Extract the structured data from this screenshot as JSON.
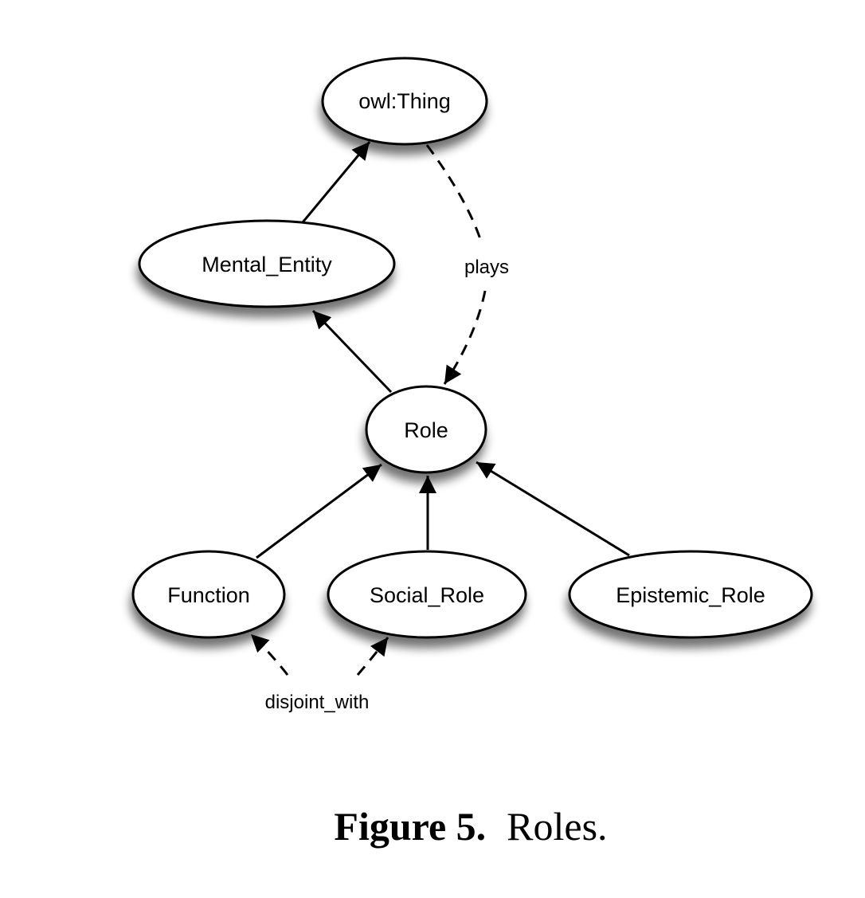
{
  "diagram": {
    "nodes": {
      "owl_thing": {
        "label": "owl:Thing"
      },
      "mental_entity": {
        "label": "Mental_Entity"
      },
      "role": {
        "label": "Role"
      },
      "function": {
        "label": "Function"
      },
      "social_role": {
        "label": "Social_Role"
      },
      "epistemic_role": {
        "label": "Epistemic_Role"
      }
    },
    "edges": {
      "plays": {
        "label": "plays",
        "from": "owl:Thing",
        "to": "Role",
        "style": "dashed"
      },
      "disjoint_with": {
        "label": "disjoint_with",
        "from": [
          "Function",
          "Social_Role"
        ],
        "style": "dashed"
      },
      "subclass": [
        {
          "from": "Mental_Entity",
          "to": "owl:Thing"
        },
        {
          "from": "Role",
          "to": "Mental_Entity"
        },
        {
          "from": "Function",
          "to": "Role"
        },
        {
          "from": "Social_Role",
          "to": "Role"
        },
        {
          "from": "Epistemic_Role",
          "to": "Role"
        }
      ]
    }
  },
  "caption": {
    "label": "Figure 5.",
    "text": "Roles."
  }
}
